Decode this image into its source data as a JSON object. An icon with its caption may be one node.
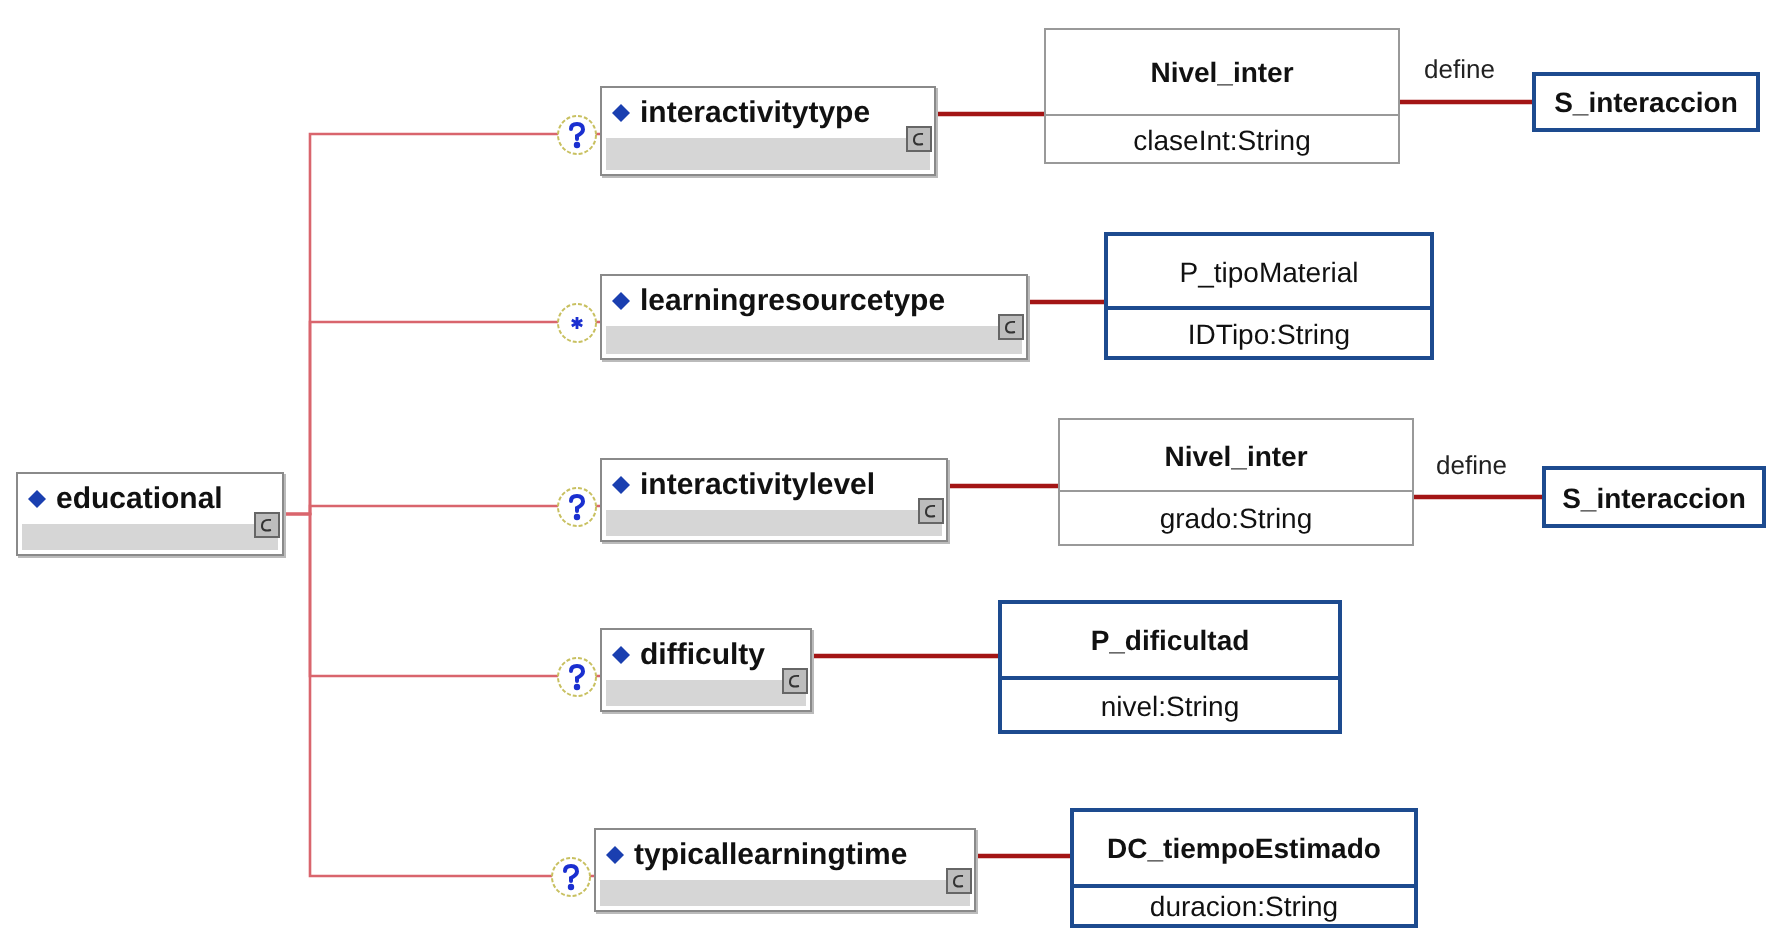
{
  "diagram": {
    "nodes": [
      {
        "text": [
          "educational"
        ]
      },
      {
        "text": [
          "interactivitytype"
        ]
      },
      {
        "text": [
          "learningresourcetype"
        ]
      },
      {
        "text": [
          "interactivitylevel"
        ]
      },
      {
        "text": [
          "difficulty"
        ]
      },
      {
        "text": [
          "typicallearningtime"
        ]
      },
      {
        "text": [
          "Nivel_inter",
          "claseInt:String"
        ]
      },
      {
        "text": [
          "S_interaccion"
        ]
      },
      {
        "text": [
          "P_tipoMaterial",
          "IDTipo:String"
        ]
      },
      {
        "text": [
          "Nivel_inter",
          "grado:String"
        ]
      },
      {
        "text": [
          "S_interaccion"
        ]
      },
      {
        "text": [
          "P_dificultad",
          "nivel:String"
        ]
      },
      {
        "text": [
          "DC_tiempoEstimado",
          "duracion:String"
        ]
      }
    ],
    "edges": [
      {
        "from": 0,
        "to": 1,
        "arrow": "none",
        "color": "#d9656d"
      },
      {
        "from": 0,
        "to": 2,
        "arrow": "none",
        "color": "#d9656d"
      },
      {
        "from": 0,
        "to": 3,
        "arrow": "none",
        "color": "#d9656d"
      },
      {
        "from": 0,
        "to": 4,
        "arrow": "none",
        "color": "#d9656d"
      },
      {
        "from": 0,
        "to": 5,
        "arrow": "none",
        "color": "#d9656d"
      },
      {
        "from": 1,
        "to": 6,
        "arrow": "none"
      },
      {
        "from": 6,
        "to": 7,
        "arrow": "none",
        "label": "define"
      },
      {
        "from": 2,
        "to": 8,
        "arrow": "none"
      },
      {
        "from": 3,
        "to": 9,
        "arrow": "none"
      },
      {
        "from": 9,
        "to": 10,
        "arrow": "none",
        "label": "define"
      },
      {
        "from": 4,
        "to": 11,
        "arrow": "none"
      },
      {
        "from": 5,
        "to": 12,
        "arrow": "none"
      }
    ]
  }
}
